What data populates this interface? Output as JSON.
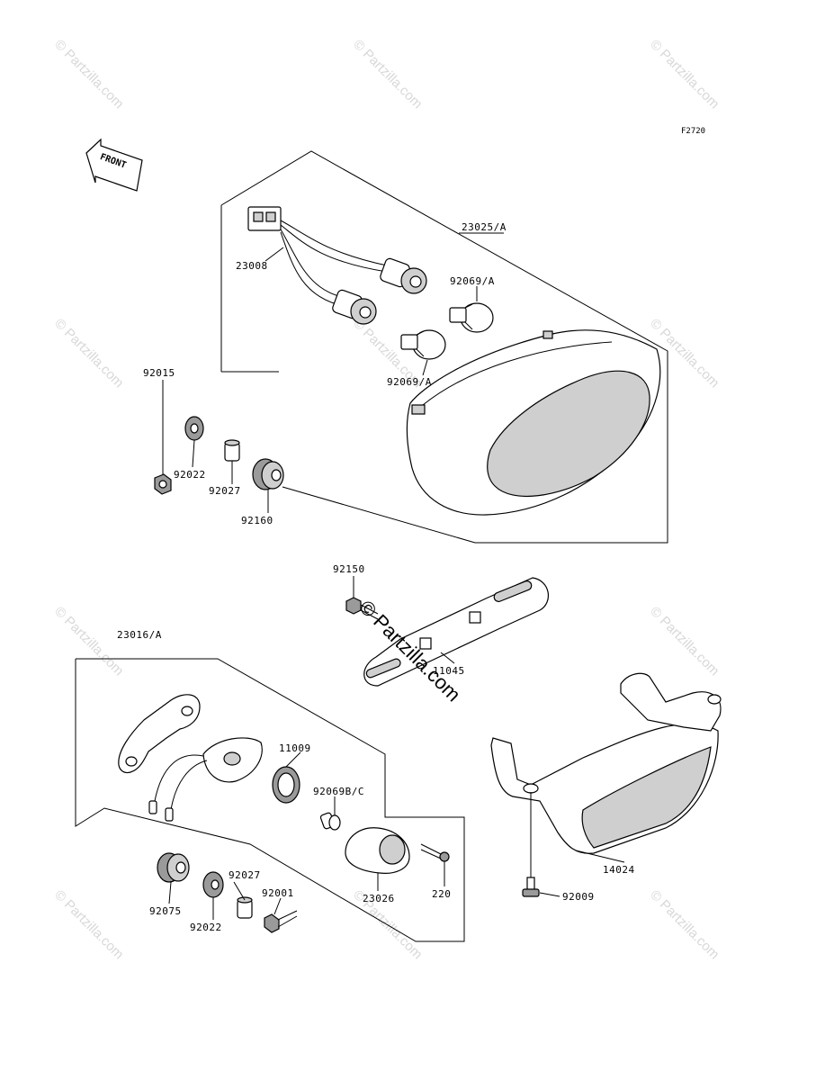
{
  "figure_code": "F2720",
  "front_label": "FRONT",
  "watermark_text": "© Partzilla.com",
  "parts": {
    "p23025a": "23025/A",
    "p23008": "23008",
    "p92069a_top": "92069/A",
    "p92069a_bot": "92069/A",
    "p92015": "92015",
    "p92022_top": "92022",
    "p92027_top": "92027",
    "p92160": "92160",
    "p92150": "92150",
    "p11045": "11045",
    "p23016a": "23016/A",
    "p11009": "11009",
    "p92069bc": "92069B/C",
    "p23026": "23026",
    "p220": "220",
    "p92075": "92075",
    "p92022_bot": "92022",
    "p92027_bot": "92027",
    "p92001": "92001",
    "p14024": "14024",
    "p92009": "92009"
  },
  "colors": {
    "line": "#000000",
    "part_fill": "#cfcfcf",
    "watermark": "#d8d8d8"
  }
}
